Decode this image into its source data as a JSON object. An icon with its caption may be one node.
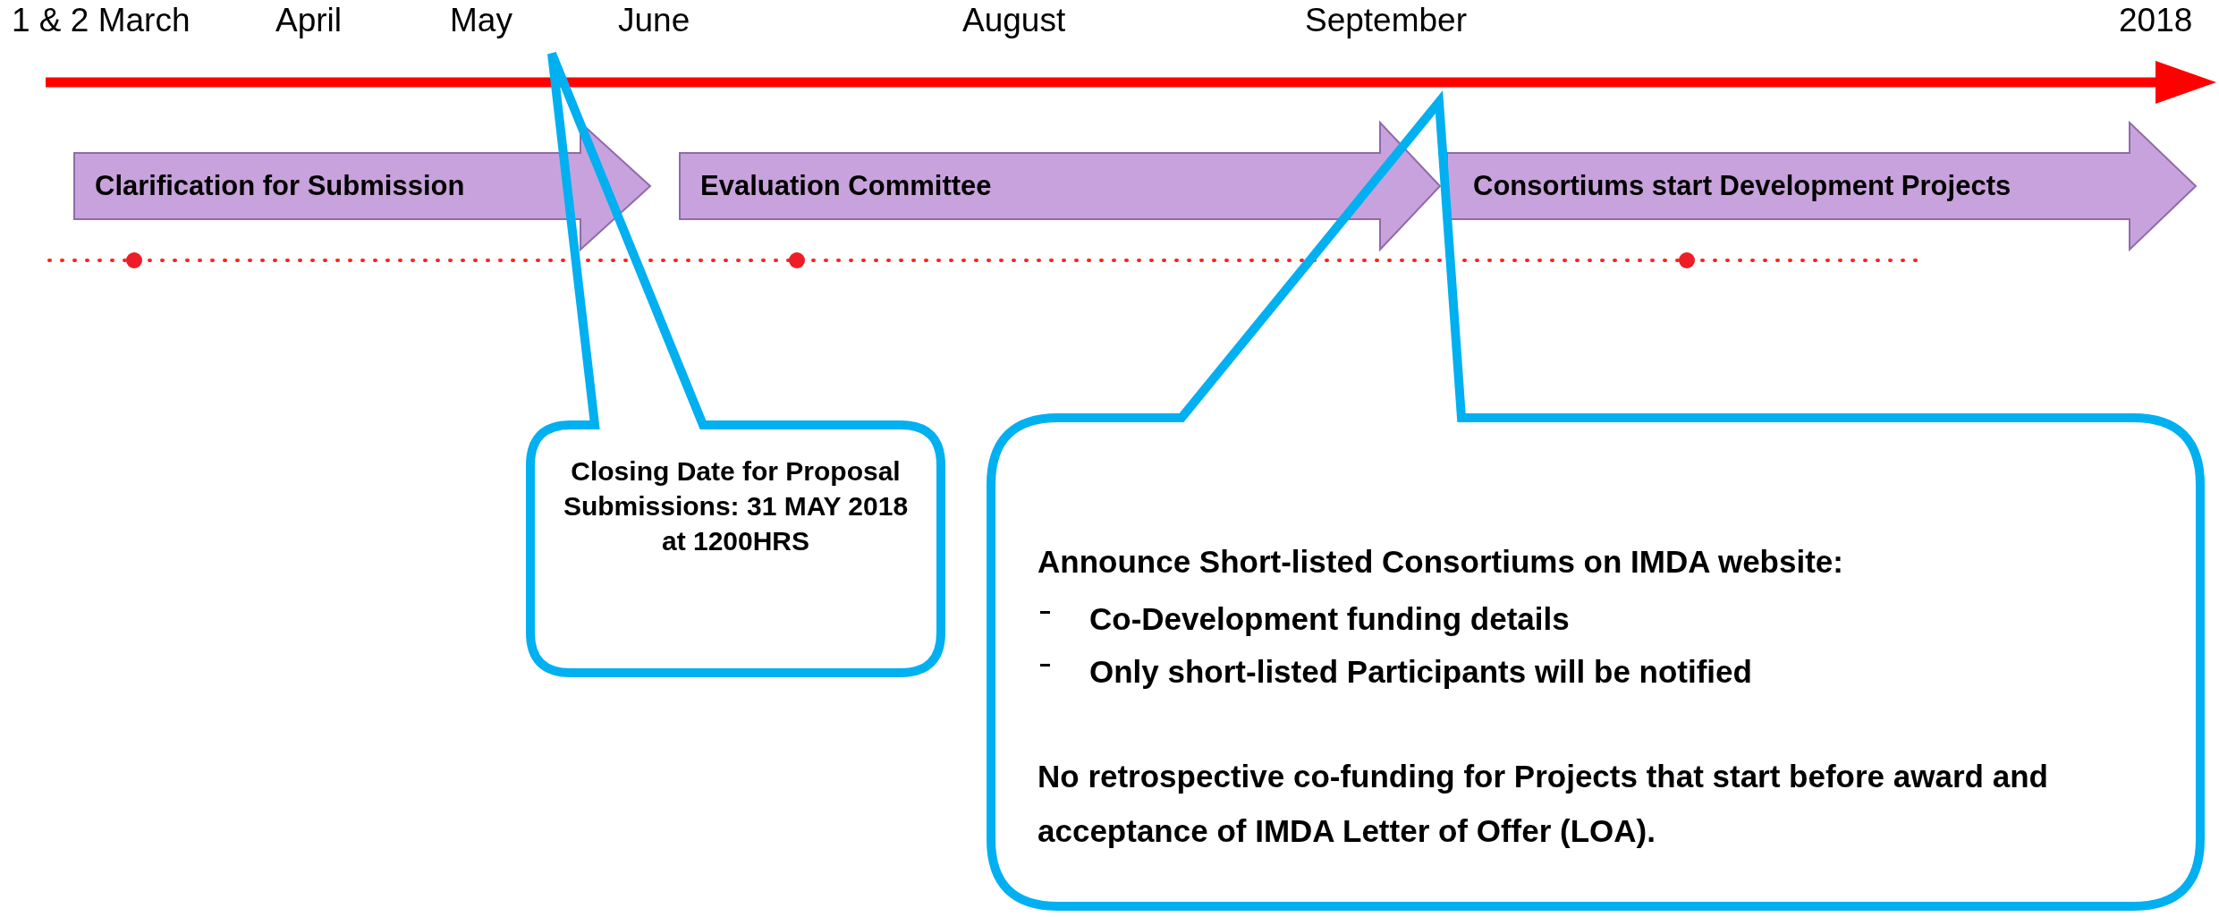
{
  "diagram": {
    "nodes": [
      {
        "text": [
          "Clarification for Submission"
        ]
      },
      {
        "text": [
          "Evaluation Committee"
        ]
      },
      {
        "text": [
          "Consortiums start Development Projects"
        ]
      },
      {
        "text": [
          "Closing Date for Proposal Submissions: 31 MAY 2018 at 1200HRS"
        ]
      },
      {
        "text": [
          "Announce Short-listed Consortiums on IMDA website:",
          "Co-Development funding details",
          "Only short-listed Participants will be notified",
          "No retrospective co-funding for Projects that start before award and acceptance of IMDA Letter of Offer (LOA)."
        ]
      }
    ],
    "labels": [
      "1 & 2 March",
      "April",
      "May",
      "June",
      "August",
      "September",
      "2018"
    ]
  }
}
